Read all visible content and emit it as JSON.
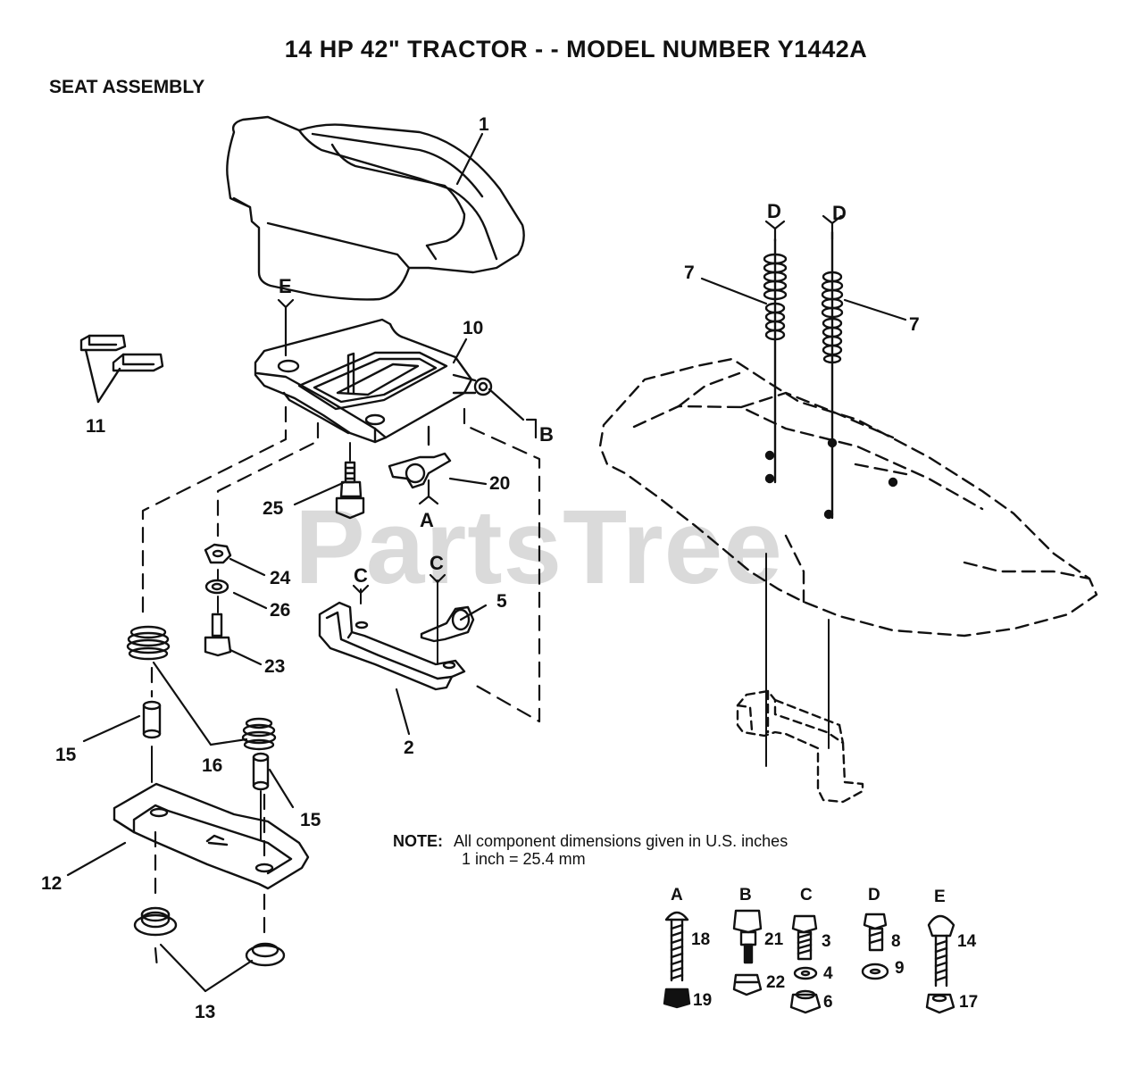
{
  "header": {
    "title": "14 HP 42\" TRACTOR - - MODEL NUMBER Y1442A",
    "section": "SEAT ASSEMBLY"
  },
  "watermark": "PartsTree",
  "note": {
    "label": "NOTE:",
    "line1": "All component dimensions given in U.S. inches",
    "line2": "1 inch = 25.4 mm"
  },
  "callouts": {
    "c1": "1",
    "c2": "2",
    "c5": "5",
    "c7a": "7",
    "c7b": "7",
    "c10": "10",
    "c11": "11",
    "c12": "12",
    "c13": "13",
    "c15a": "15",
    "c15b": "15",
    "c16": "16",
    "c20": "20",
    "c23": "23",
    "c24": "24",
    "c25": "25",
    "c26": "26"
  },
  "refs": {
    "A": "A",
    "B": "B",
    "C1": "C",
    "C2": "C",
    "D1": "D",
    "D2": "D",
    "E": "E"
  },
  "hardware": {
    "A": {
      "head": "A",
      "parts": [
        "18",
        "19"
      ]
    },
    "B": {
      "head": "B",
      "parts": [
        "21",
        "22"
      ]
    },
    "C": {
      "head": "C",
      "parts": [
        "3",
        "4",
        "6"
      ]
    },
    "D": {
      "head": "D",
      "parts": [
        "8",
        "9"
      ]
    },
    "E": {
      "head": "E",
      "parts": [
        "14",
        "17"
      ]
    }
  }
}
